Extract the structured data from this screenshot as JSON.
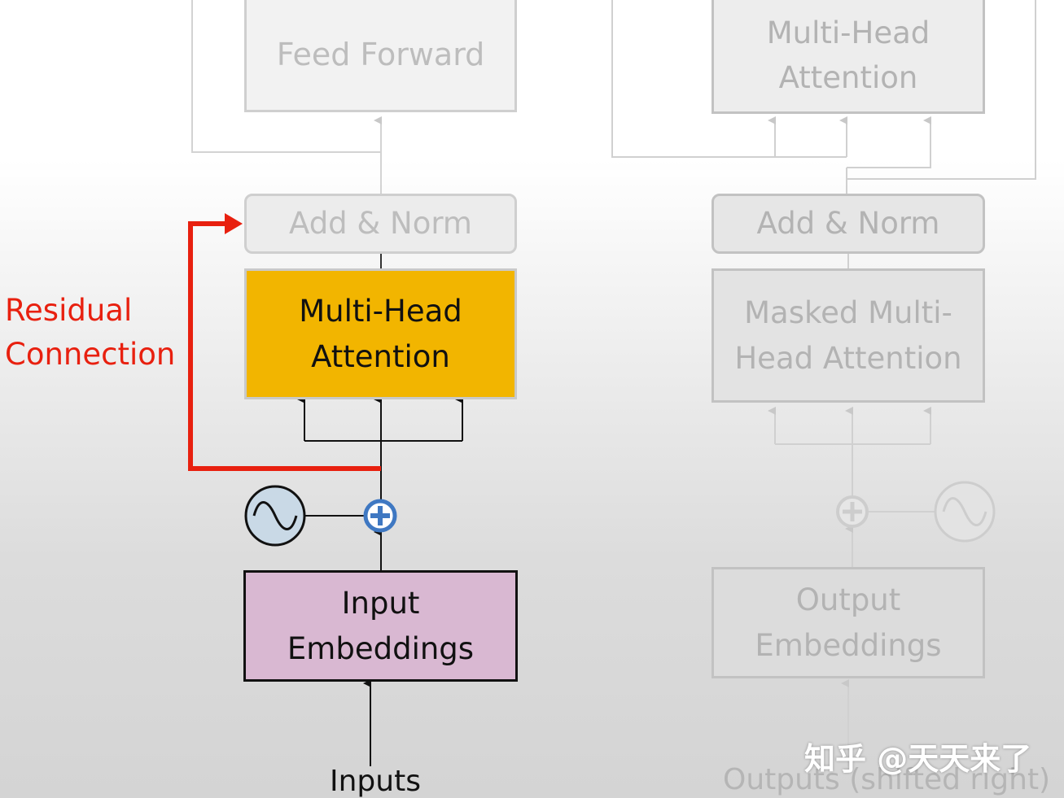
{
  "encoder": {
    "feed_forward": "Feed Forward",
    "add_norm": "Add & Norm",
    "mha_line1": "Multi-Head",
    "mha_line2": "Attention",
    "embed_line1": "Input",
    "embed_line2": "Embeddings",
    "inputs_label": "Inputs"
  },
  "decoder": {
    "mha_line1": "Multi-Head",
    "mha_line2": "Attention",
    "add_norm": "Add & Norm",
    "masked_line1": "Masked Multi-",
    "masked_line2": "Head Attention",
    "embed_line1": "Output",
    "embed_line2": "Embeddings",
    "outputs_label": "Outputs (shifted right)"
  },
  "annotation": {
    "line1": "Residual",
    "line2": "Connection"
  },
  "watermark": "知乎 @天天来了",
  "colors": {
    "highlight_attention": "#f2b500",
    "input_embedding": "#d9b8d2",
    "residual_arrow": "#e8200f",
    "add_circle": "#3f78c2",
    "positional_circle": "#c9d9e6"
  }
}
